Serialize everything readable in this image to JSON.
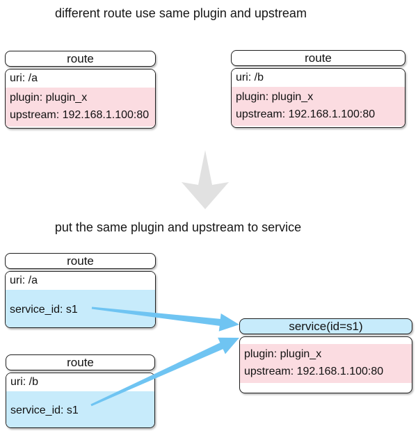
{
  "titles": {
    "before": "different route use same plugin and upstream",
    "after": "put the same plugin and upstream to service"
  },
  "colors": {
    "pink_band": "#fbdce1",
    "blue_band": "#c7ebfb",
    "arrow_blue": "#6fc4f2",
    "arrow_gray": "#e1e1e1",
    "border": "#1e1e1e"
  },
  "before": {
    "route_a": {
      "title": "route",
      "uri": "uri: /a",
      "plugin": "plugin: plugin_x",
      "upstream": "upstream: 192.168.1.100:80"
    },
    "route_b": {
      "title": "route",
      "uri": "uri: /b",
      "plugin": "plugin: plugin_x",
      "upstream": "upstream: 192.168.1.100:80"
    }
  },
  "after": {
    "route_a": {
      "title": "route",
      "uri": "uri: /a",
      "service_id": "service_id: s1"
    },
    "route_b": {
      "title": "route",
      "uri": "uri: /b",
      "service_id": "service_id: s1"
    },
    "service": {
      "title": "service(id=s1)",
      "plugin": "plugin: plugin_x",
      "upstream": "upstream: 192.168.1.100:80"
    }
  }
}
